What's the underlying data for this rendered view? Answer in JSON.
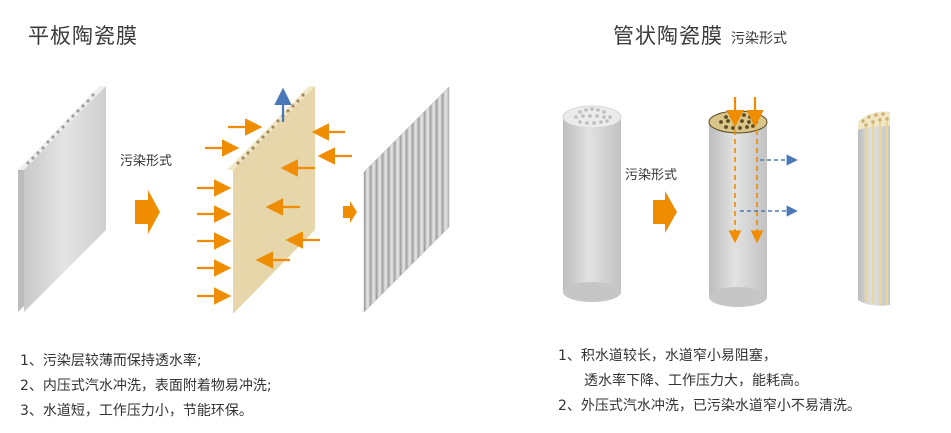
{
  "flat": {
    "title": "平板陶瓷膜",
    "arrow_label": "污染形式",
    "notes": [
      "1、污染层较薄而保持透水率;",
      "2、内压式汽水冲洗，表面附着物易冲洗;",
      "3、水道短，工作压力小，节能环保。"
    ]
  },
  "tubular": {
    "title": "管状陶瓷膜",
    "subtitle": "污染形式",
    "arrow_label": "污染形式",
    "notes": [
      "1、积水道较长，水道窄小易阻塞，",
      "透水率下降、工作压力大，能耗高。",
      "2、外压式汽水冲洗，已污染水道窄小不易清洗。"
    ]
  },
  "colors": {
    "orange_arrow": "#f08c00",
    "blue_arrow": "#4a78b8",
    "fouled_surface": "#e6d6aa",
    "membrane_gray": "#d4d4d4"
  }
}
